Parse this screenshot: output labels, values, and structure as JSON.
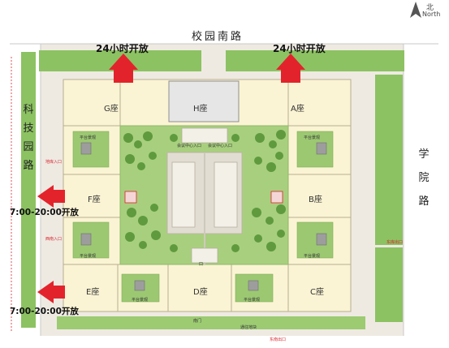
{
  "compass": {
    "north_cn": "北",
    "north_en": "North"
  },
  "roads": {
    "north": "校园南路",
    "west": [
      "科",
      "技",
      "园",
      "路"
    ],
    "east": [
      "学",
      "院",
      "路"
    ]
  },
  "access": {
    "north_left": "24小时开放",
    "north_right": "24小时开放",
    "west_upper": "7:00-20:00开放",
    "west_lower": "7:00-20:00开放"
  },
  "buildings": {
    "G": "G座",
    "H": "H座",
    "A": "A座",
    "F": "F座",
    "B": "B座",
    "E": "E座",
    "D": "D座",
    "C": "C座"
  },
  "small_labels": {
    "terrace": "平台景观",
    "parking_entrance": "地库入口",
    "west_entrance": "西南入口",
    "south_gate": "南门",
    "east_exit": "东库出口",
    "south_exit": "东南出口",
    "passage": "通往地块",
    "gate": "口",
    "hall_1": "会议中心入口",
    "hall_2": "会议中心入口"
  },
  "colors": {
    "green": "#8cc262",
    "building": "#fbf4d4",
    "building_stroke": "#b7ae8e",
    "plaza": "#ece7dc",
    "arrow": "#e3232c",
    "road_edge": "#c8c8c8"
  }
}
